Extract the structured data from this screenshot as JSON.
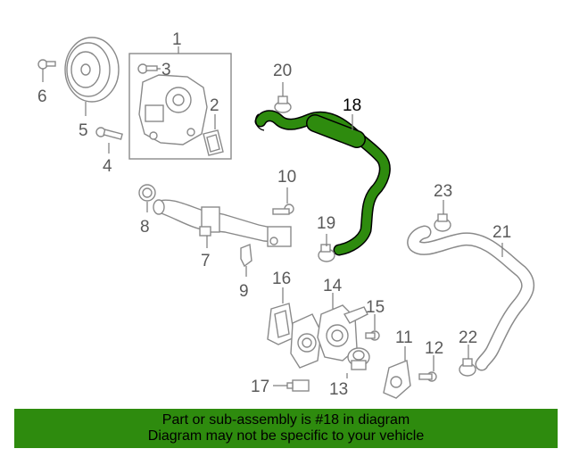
{
  "colors": {
    "highlight": "#2e8b0e",
    "banner_bg": "#2e8b0e",
    "part_line": "#8a8a8a",
    "label_text": "#5a5a5a"
  },
  "labels": {
    "p1": "1",
    "p2": "2",
    "p3": "3",
    "p4": "4",
    "p5": "5",
    "p6": "6",
    "p7": "7",
    "p8": "8",
    "p9": "9",
    "p10": "10",
    "p11": "11",
    "p12": "12",
    "p13": "13",
    "p14": "14",
    "p15": "15",
    "p16": "16",
    "p17": "17",
    "p18": "18",
    "p19": "19",
    "p20": "20",
    "p21": "21",
    "p22": "22",
    "p23": "23"
  },
  "banner": {
    "line1": "Part or sub-assembly is #18 in diagram",
    "line2": "Diagram may not be specific to your vehicle"
  }
}
